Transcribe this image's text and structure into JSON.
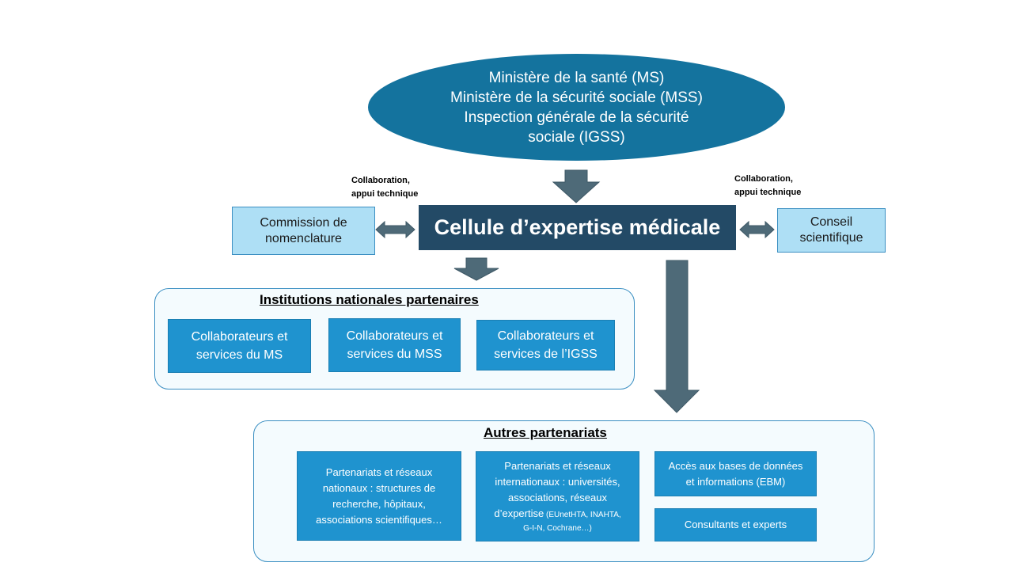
{
  "ministries": {
    "line1": "Ministère de la santé (MS)",
    "line2": "Ministère de la sécurité sociale (MSS)",
    "line3": "Inspection générale de la sécurité",
    "line4": "sociale (IGSS)"
  },
  "notes": {
    "left_line1": "Collaboration,",
    "left_line2": "appui technique",
    "right_line1": "Collaboration,",
    "right_line2": "appui technique"
  },
  "commission": {
    "line1": "Commission de",
    "line2": "nomenclature"
  },
  "conseil": {
    "line1": "Conseil",
    "line2": "scientifique"
  },
  "cellule": {
    "title": "Cellule d’expertise médicale"
  },
  "institutions": {
    "title": "Institutions  nationales  partenaires",
    "items": [
      {
        "line1": "Collaborateurs et",
        "line2": "services du MS"
      },
      {
        "line1": "Collaborateurs et",
        "line2": "services du MSS"
      },
      {
        "line1": "Collaborateurs et",
        "line2": "services de l’IGSS"
      }
    ]
  },
  "autres": {
    "title": "Autres partenariats",
    "nationaux": {
      "line1": "Partenariats et réseaux",
      "line2": "nationaux : structures de",
      "line3": "recherche, hôpitaux,",
      "line4": "associations scientifiques…"
    },
    "internationaux": {
      "line1": "Partenariats et réseaux",
      "line2": "internationaux : universités,",
      "line3": "associations, réseaux",
      "line4_main": "d’expertise",
      "line4_small": " (EUnetHTA,  INAHTA,",
      "line5": "G-I-N, Cochrane…)"
    },
    "bases": {
      "line1": "Accès aux bases de données",
      "line2": "et informations (EBM)"
    },
    "consultants": {
      "label": "Consultants et experts"
    }
  },
  "colors": {
    "ellipse": "#14739e",
    "main_box": "#234a66",
    "light_box": "#aedff5",
    "tile": "#1f93cf",
    "arrow": "#4e6a78"
  }
}
